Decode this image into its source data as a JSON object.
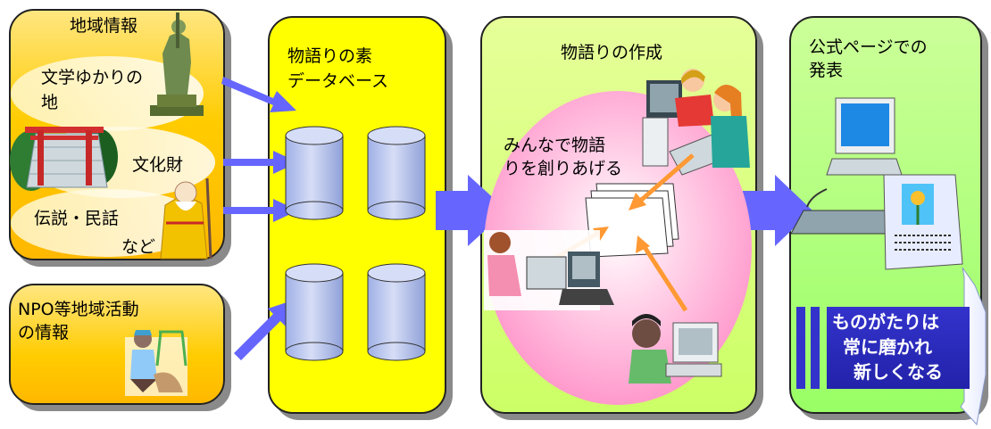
{
  "panel1": {
    "title": "地域情報",
    "item1_line1": "文学ゆかりの",
    "item1_line2": "地",
    "item2": "文化財",
    "item3": "伝説・民話",
    "item4": "など",
    "color": "#ffcc00"
  },
  "panel2": {
    "title_line1": "NPO等地域活動",
    "title_line2": "の情報",
    "color": "#ffcc00"
  },
  "panel3": {
    "title_line1": "物語りの素",
    "title_line2": "データベース",
    "color": "#ffff00"
  },
  "panel4": {
    "title": "物語りの作成",
    "sub_line1": "みんなで物語",
    "sub_line2": "りを創りあげる",
    "color": "#ccff66"
  },
  "panel5": {
    "title_line1": "公式ページでの",
    "title_line2": "発表",
    "color": "#99ff66"
  },
  "callout": {
    "line1": "ものがたりは",
    "line2": "常に磨かれ",
    "line3": "新しくなる"
  },
  "colors": {
    "arrow": "#6666ff",
    "orange_arrow": "#ff9933",
    "pink_oval": "#ff99cc",
    "callout_blue": "#3333cc"
  }
}
